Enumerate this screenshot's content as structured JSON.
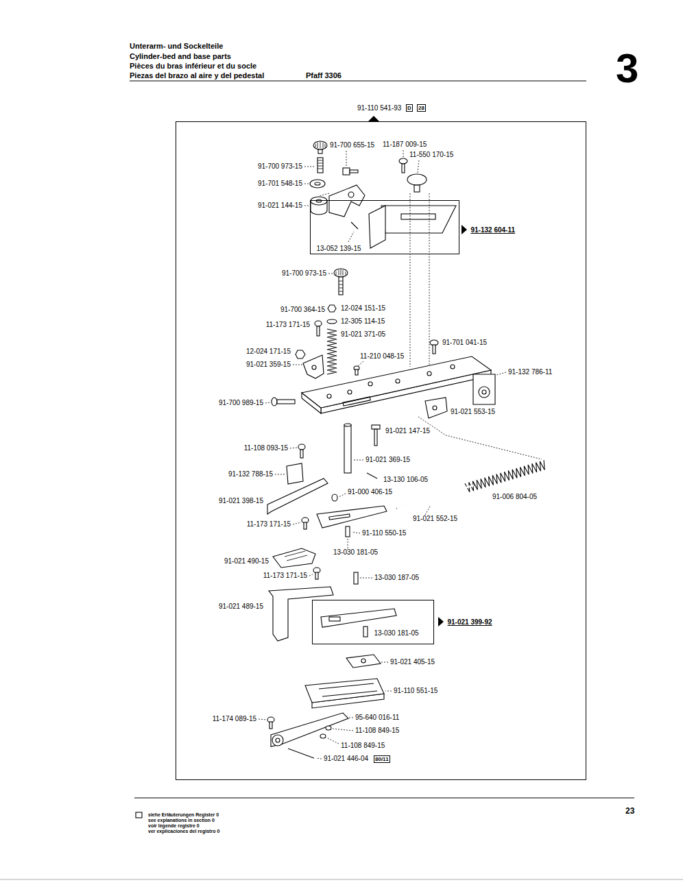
{
  "diagram": {
    "title": "Unterarm- und Sockelteile",
    "nodes": [
      {
        "text": [
          "91-110 541-93"
        ]
      },
      {
        "text": [
          "91-132 604-11",
          "13-052 139-15"
        ],
        "in": 0
      },
      {
        "text": [
          "91-021 399-92",
          "13-030 181-05"
        ],
        "in": 0
      }
    ],
    "labels": [
      "Cylinder-bed and base parts",
      "Pièces du bras inférieur et du socle",
      "Piezas del brazo al aire y del pedestal",
      "Pfaff 3306",
      "3",
      "D",
      "28",
      "91-700 655-15",
      "11-187 009-15",
      "11-550 170-15",
      "91-700 973-15",
      "91-701 548-15",
      "91-021 144-15",
      "91-700 973-15",
      "91-700 364-15",
      "12-024 151-15",
      "12-305 114-15",
      "11-173 171-15",
      "91-021 371-05",
      "91-701 041-15",
      "12-024 171-15",
      "11-210 048-15",
      "91-021 359-15",
      "91-132 786-11",
      "91-700 989-15",
      "91-021 553-15",
      "91-021 147-15",
      "11-108 093-15",
      "91-021 369-15",
      "91-132 788-15",
      "13-130 106-05",
      "91-000 406-15",
      "91-006 804-05",
      "91-021 398-15",
      "91-021 552-15",
      "11-173 171-15",
      "91-110 550-15",
      "13-030 181-05",
      "91-021 490-15",
      "11-173 171-15",
      "13-030 187-05",
      "91-021 489-15",
      "91-021 405-15",
      "91-110 551-15",
      "11-174 089-15",
      "95-640 016-11",
      "11-108 849-15",
      "11-108 849-15",
      "91-021 446-04",
      "80/11",
      "23",
      "siehe Erläuterungen Register 0",
      "see explanations in section 0",
      "voir légende registre 0",
      "ver explicaciones del registro 0"
    ]
  }
}
